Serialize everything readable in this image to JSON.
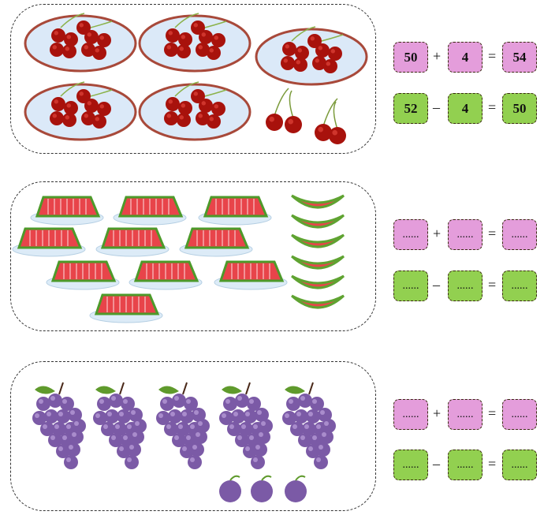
{
  "sections": [
    {
      "fruit": "cherries",
      "addition": {
        "a": "50",
        "op": "+",
        "b": "4",
        "eq": "=",
        "result": "54"
      },
      "subtraction": {
        "a": "52",
        "op": "–",
        "b": "4",
        "eq": "=",
        "result": "50"
      }
    },
    {
      "fruit": "watermelon",
      "addition": {
        "a": "......",
        "op": "+",
        "b": "......",
        "eq": "=",
        "result": "......"
      },
      "subtraction": {
        "a": "......",
        "op": "–",
        "b": "......",
        "eq": "=",
        "result": "......"
      }
    },
    {
      "fruit": "grapes",
      "addition": {
        "a": "......",
        "op": "+",
        "b": "......",
        "eq": "=",
        "result": "......"
      },
      "subtraction": {
        "a": "......",
        "op": "–",
        "b": "......",
        "eq": "=",
        "result": "......"
      }
    }
  ],
  "colors": {
    "addition_box": "#e49ddb",
    "subtraction_box": "#92d050",
    "cherry": "#b3140e",
    "grape": "#7b5aa6",
    "watermelon": "#e8444a"
  }
}
